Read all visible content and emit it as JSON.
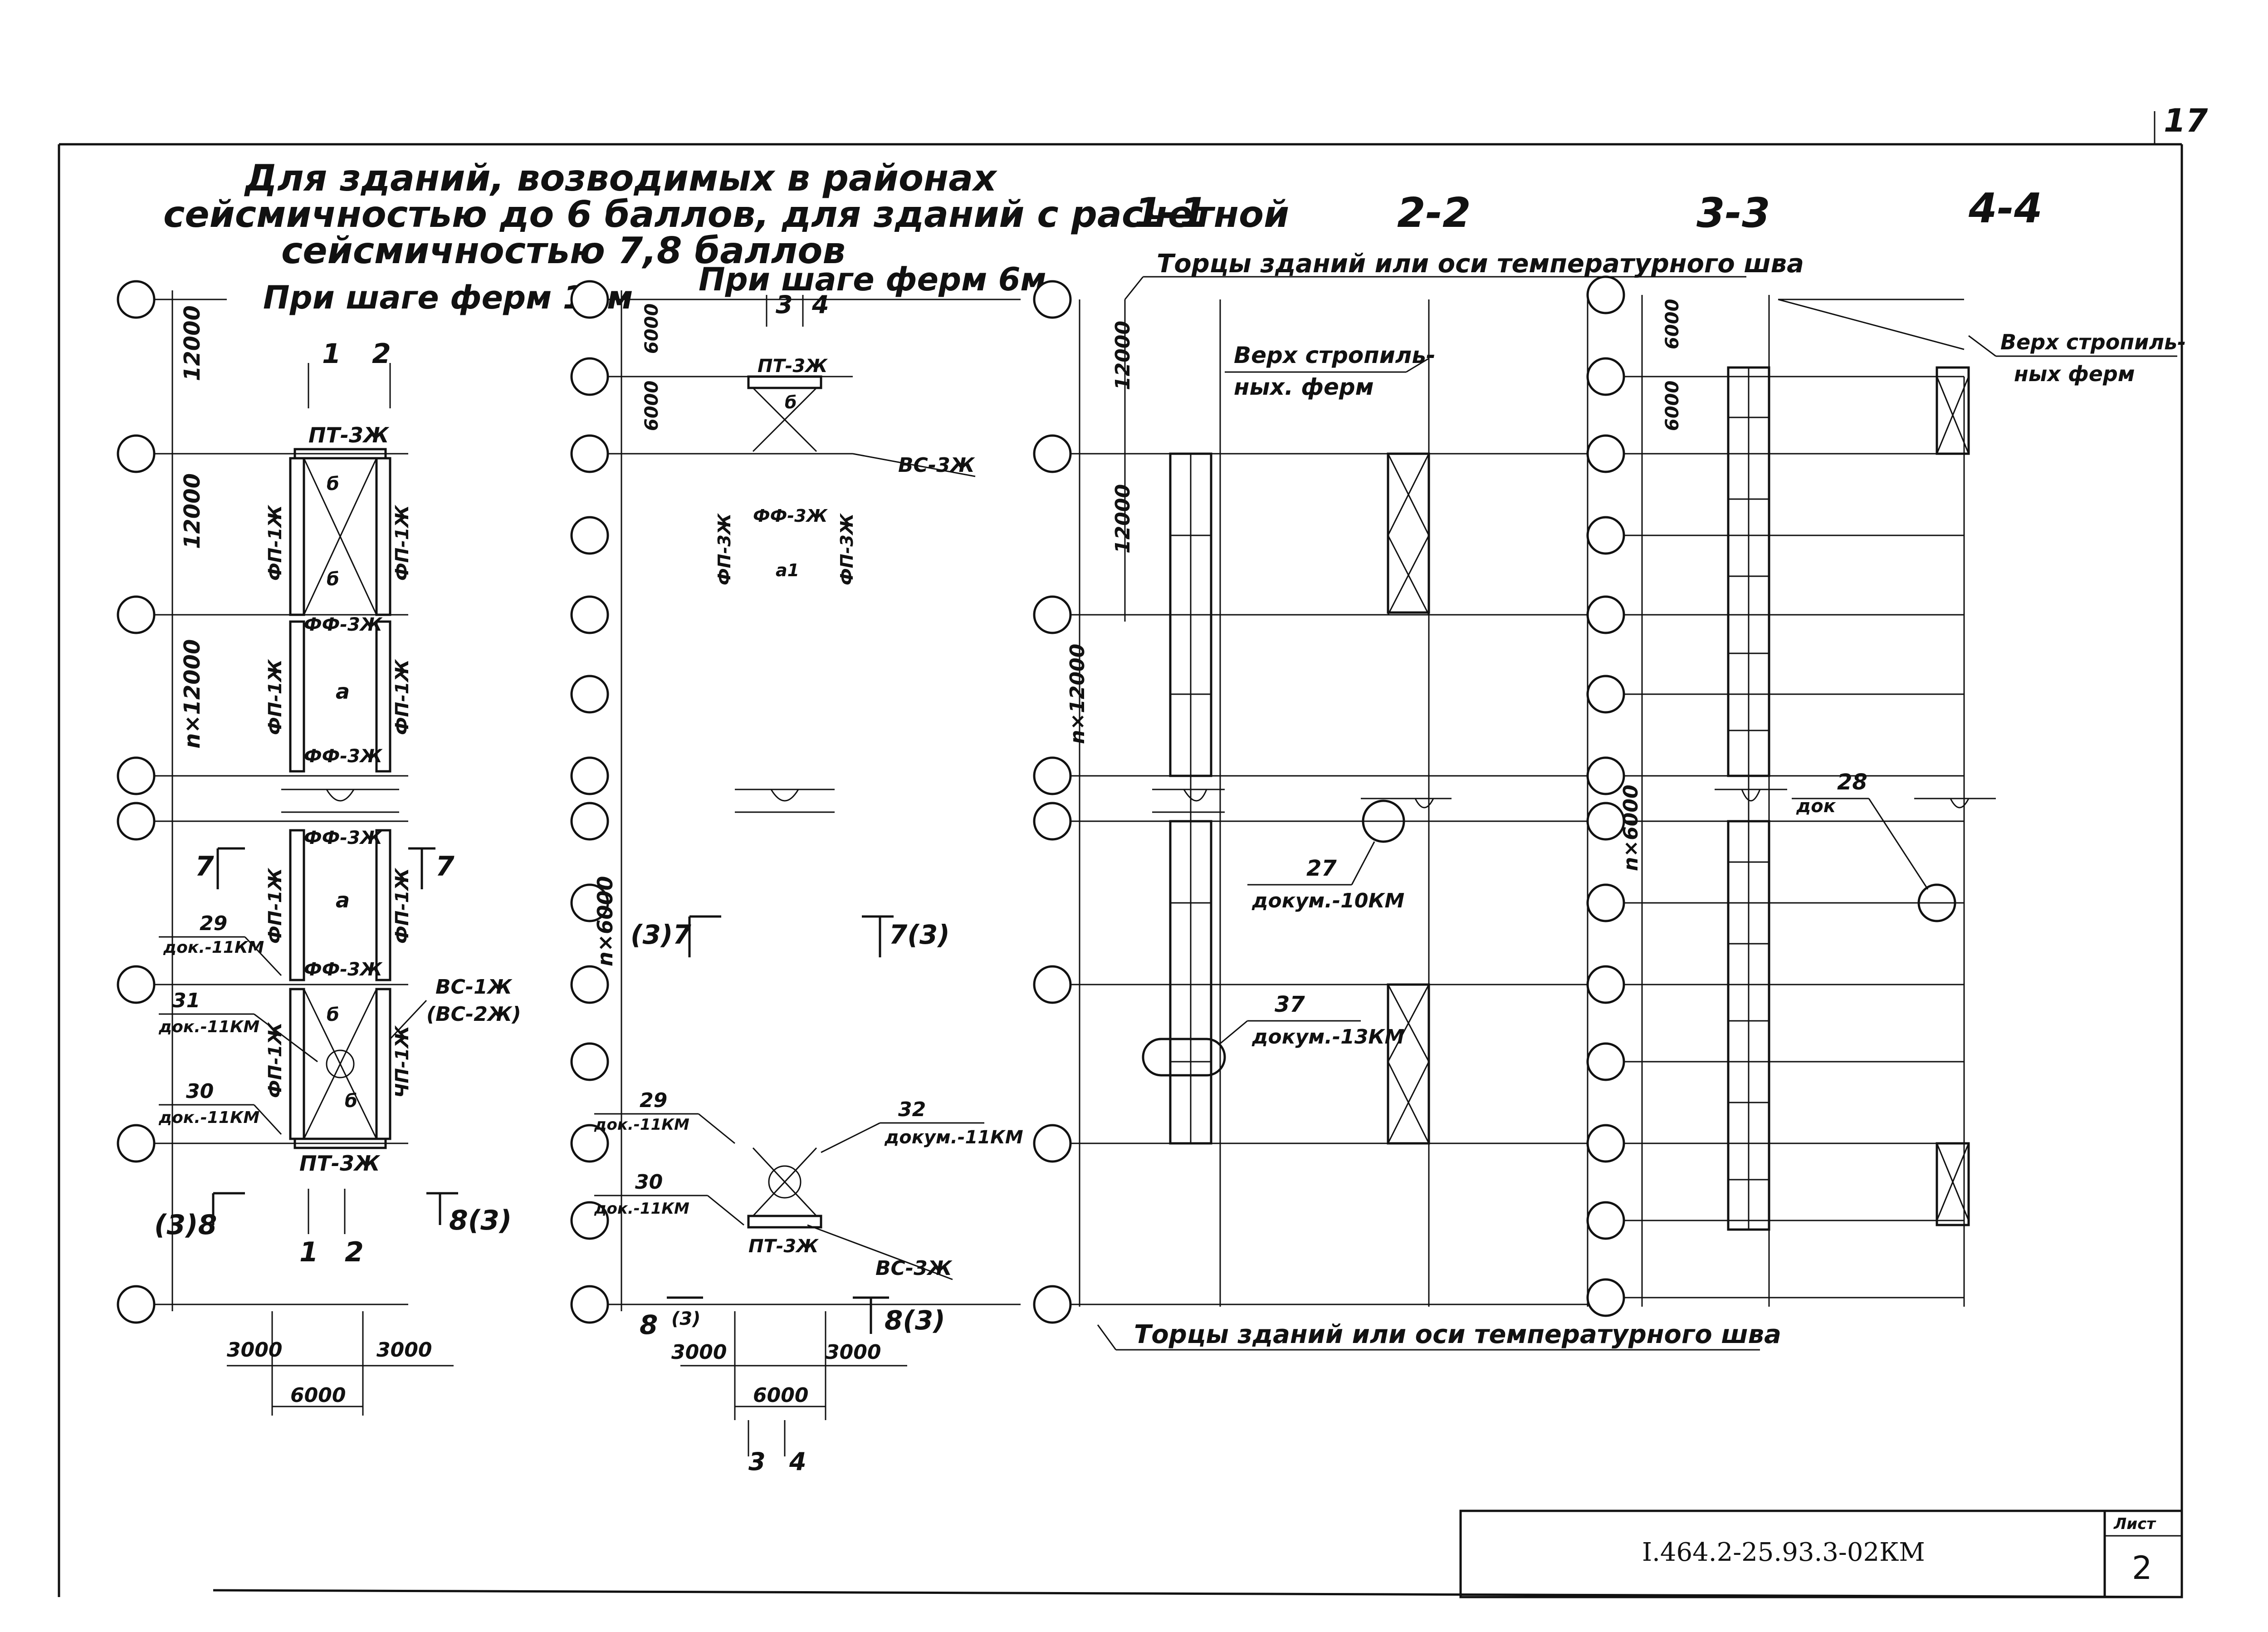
{
  "sheet_page_corner": "17",
  "title": {
    "line1": "Для зданий, возводимых в районах",
    "line2": "сейсмичностью до 6 баллов, для зданий с расчетной",
    "line3": "сейсмичностью 7,8 баллов"
  },
  "plan12": {
    "heading": "При шаге ферм 12м",
    "dim_12000_top": "12000",
    "dim_12000_mid": "12000",
    "dim_n12000": "n×12000",
    "marks": {
      "pt_top": "ПТ-3Ж",
      "pt_bot": "ПТ-3Ж",
      "fp_left_1": "ФП-1Ж",
      "fp_right_1": "ФП-1Ж",
      "fp_left_2": "ФП-1Ж",
      "fp_right_2": "ФП-1Ж",
      "fp_left_3": "ФП-1Ж",
      "fp_right_3": "ФП-1Ж",
      "fp_left_4": "ФП-1Ж",
      "fp_right_4": "ЧП-1Ж",
      "ff_1": "ФФ-3Ж",
      "ff_2": "ФФ-3Ж",
      "ff_3": "ФФ-3Ж",
      "ff_4": "ФФ-3Ж",
      "bs": "ВС-1Ж",
      "bs_alt": "(ВС-2Ж)",
      "a1": "a",
      "a2": "a",
      "b1": "б",
      "b2": "б",
      "b3": "б",
      "b4": "б"
    },
    "sec_cut_top_l": "1",
    "sec_cut_top_r": "2",
    "sec_cut_bot_l": "1",
    "sec_cut_bot_r": "2",
    "cut7_l": "7",
    "cut7_r": "7",
    "cut8_l": "(3)8",
    "cut8_r": "8(3)",
    "callout_29": "29",
    "callout_29_doc": "док.-11КМ",
    "callout_31": "31",
    "callout_31_doc": "док.-11КМ",
    "callout_30": "30",
    "callout_30_doc": "док.-11КМ",
    "dim_3000_l": "3000",
    "dim_3000_r": "3000",
    "dim_6000": "6000"
  },
  "plan6": {
    "heading": "При шаге ферм 6м",
    "dim_6000_a": "6000",
    "dim_6000_b": "6000",
    "dim_n6000": "n×6000",
    "marks": {
      "pt_top": "ПТ-3Ж",
      "pt_bot": "ПТ-3Ж",
      "fp": "ФП-3Ж",
      "ff": "ФФ-3Ж",
      "a1": "a1",
      "b": "б",
      "bs_top": "ВС-3Ж",
      "bs_bot": "ВС-3Ж"
    },
    "sec_cut_top_l": "3",
    "sec_cut_top_r": "4",
    "sec_cut_bot_l": "3",
    "sec_cut_bot_r": "4",
    "cut7_l": "(3)7",
    "cut7_r": "7(3)",
    "cut8_l": "8",
    "cut8_l_sub": "(3)",
    "cut8_r": "8(3)",
    "callout_29": "29",
    "callout_29_doc": "док.-11КМ",
    "callout_30": "30",
    "callout_30_doc": "док.-11КМ",
    "callout_32": "32",
    "callout_32_doc": "докум.-11КМ",
    "dim_3000_l": "3000",
    "dim_3000_r": "3000",
    "dim_6000": "6000"
  },
  "sections": {
    "s1": "1-1",
    "s2": "2-2",
    "s3": "3-3",
    "s4": "4-4",
    "ends_top": "Торцы зданий или оси температурного шва",
    "ends_bot": "Торцы зданий или оси температурного шва",
    "truss_top_l1": "Верх стропиль-",
    "truss_top_l2": "ных. ферм",
    "truss_top_r1": "Верх стропиль-",
    "truss_top_r2": "ных ферм",
    "dim_12000_a": "12000",
    "dim_12000_b": "12000",
    "dim_n12000": "n×12000",
    "dim_6000_a": "6000",
    "dim_6000_b": "6000",
    "dim_n6000": "n×6000",
    "callout_27": "27",
    "callout_27_doc": "докум.-10КМ",
    "callout_37": "37",
    "callout_37_doc": "докум.-13КМ",
    "callout_28": "28",
    "callout_28_doc": "док"
  },
  "title_block": {
    "code": "I.464.2-25.93.3-02КМ",
    "sheet_label": "Лист",
    "sheet_no": "2"
  }
}
